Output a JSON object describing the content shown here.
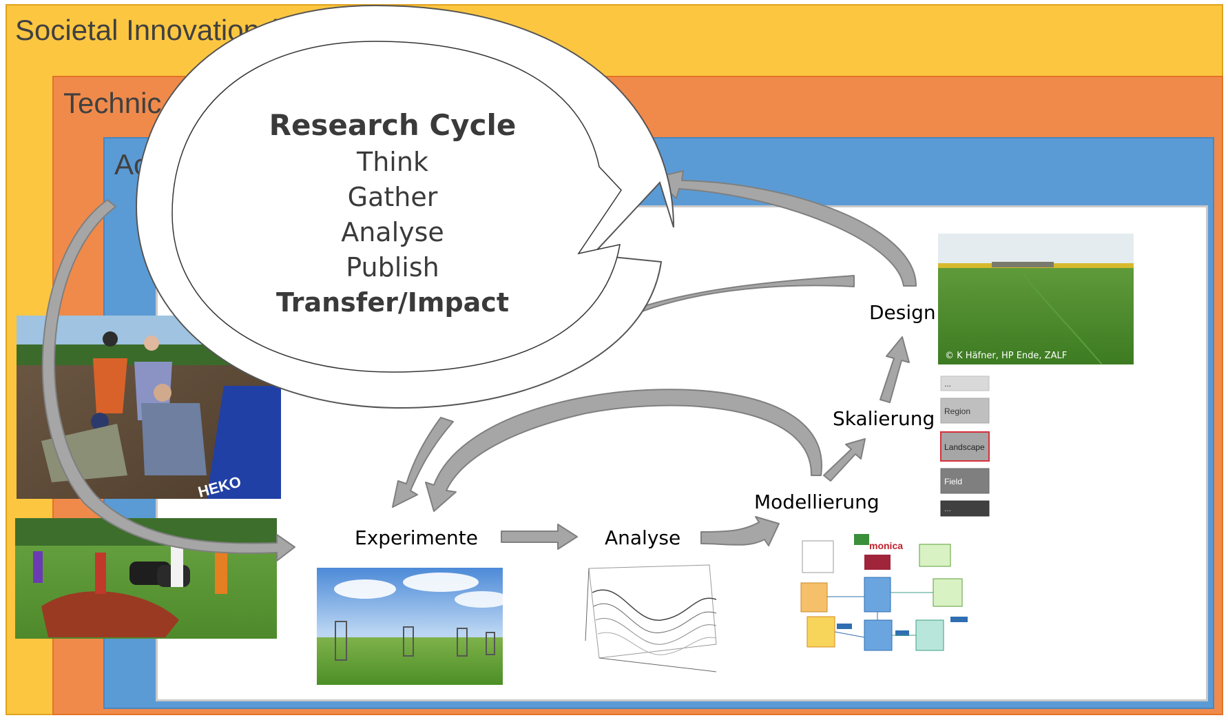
{
  "layers": {
    "societal": "Societal Innovation (                    l)",
    "technical": "Technic",
    "academic": "Ac"
  },
  "research_cycle": {
    "title": "Research Cycle",
    "items": [
      "Think",
      "Gather",
      "Analyse",
      "Publish"
    ],
    "final_item": "Transfer/Impact"
  },
  "workflow": {
    "experimente": "Experimente",
    "analyse": "Analyse",
    "modellierung": "Modellierung",
    "skalierung": "Skalierung",
    "design": "Design"
  },
  "photo_credit": "© K Häfner, HP Ende, ZALF",
  "scale_levels": [
    "...",
    "Region",
    "Landscape",
    "Field",
    "..."
  ],
  "model_logo": "monica",
  "photo_logo": "HEKO",
  "colors": {
    "societal": "#fdc641",
    "technical": "#f08a4b",
    "academic": "#5b9bd5",
    "arrow_fill": "#a6a6a6",
    "arrow_stroke": "#7f7f7f"
  }
}
